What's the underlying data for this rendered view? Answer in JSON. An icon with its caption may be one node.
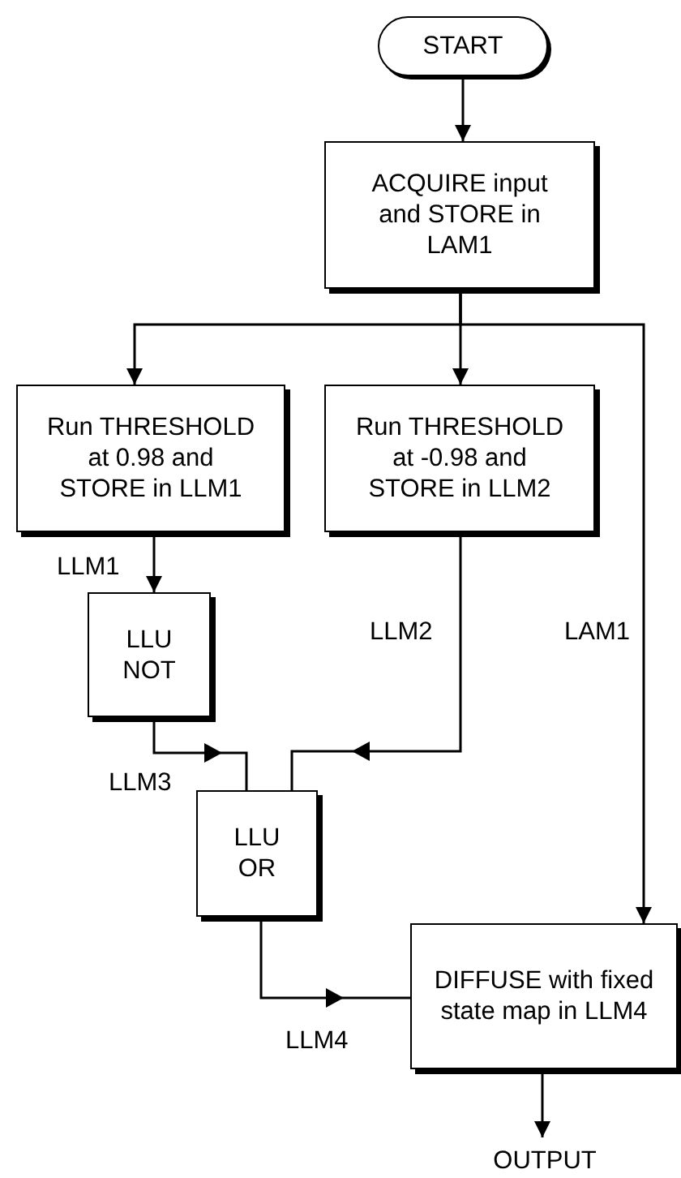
{
  "diagram": {
    "nodes": [
      {
        "text": [
          "START"
        ]
      },
      {
        "text": [
          "ACQUIRE input and STORE in LAM1"
        ]
      },
      {
        "text": [
          "Run THRESHOLD at 0.98 and STORE in LLM1"
        ]
      },
      {
        "text": [
          "Run THRESHOLD at -0.98 and STORE in LLM2"
        ]
      },
      {
        "text": [
          "LLU NOT"
        ]
      },
      {
        "text": [
          "LLU OR"
        ]
      },
      {
        "text": [
          "DIFFUSE with fixed state map in LLM4"
        ]
      },
      {
        "text": [
          "OUTPUT"
        ]
      }
    ],
    "edges": [
      {
        "from": 0,
        "to": 1,
        "arrow": "to"
      },
      {
        "from": 1,
        "to": 2,
        "arrow": "to"
      },
      {
        "from": 1,
        "to": 3,
        "arrow": "to"
      },
      {
        "from": 1,
        "to": 6,
        "arrow": "to",
        "label": "LAM1"
      },
      {
        "from": 2,
        "to": 4,
        "arrow": "to",
        "label": "LLM1"
      },
      {
        "from": 4,
        "to": 5,
        "arrow": "to",
        "label": "LLM3"
      },
      {
        "from": 3,
        "to": 5,
        "arrow": "to",
        "label": "LLM2"
      },
      {
        "from": 5,
        "to": 6,
        "arrow": "to",
        "label": "LLM4"
      },
      {
        "from": 6,
        "to": 7,
        "arrow": "to"
      }
    ]
  }
}
